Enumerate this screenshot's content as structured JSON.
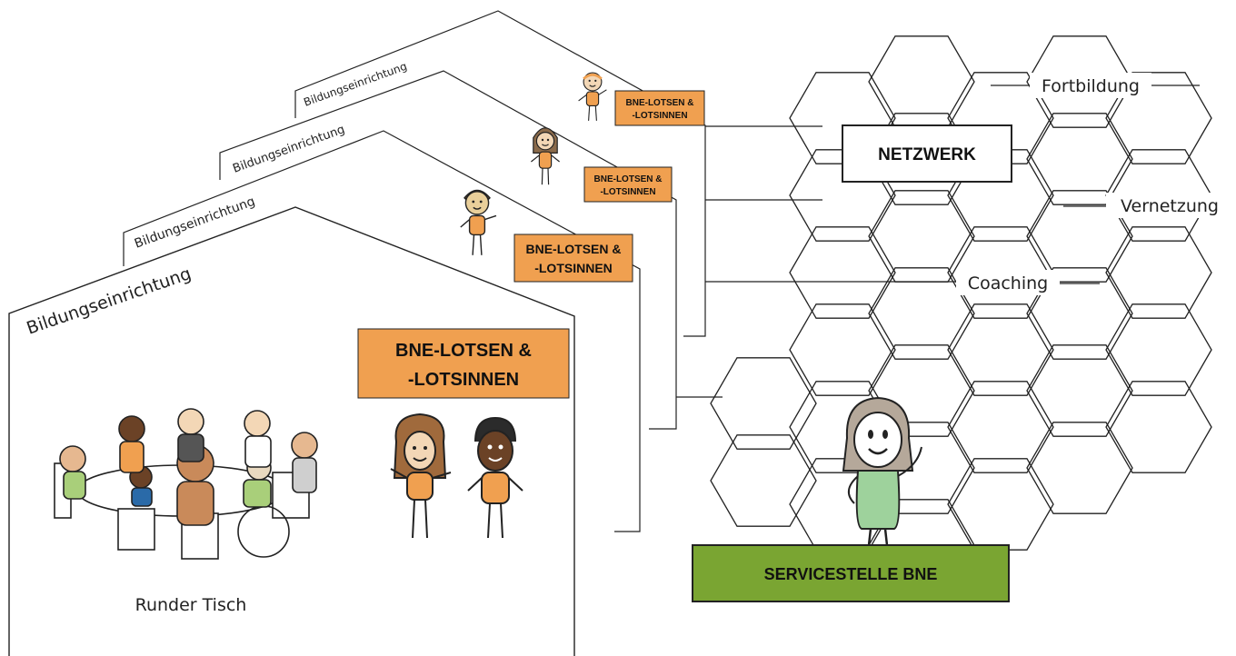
{
  "colors": {
    "orange": "#f0a050",
    "green": "#7aa532",
    "line": "#222222",
    "skin_light": "#f3d7b6",
    "skin_dark": "#6b4226",
    "shirt_green": "#9ed29c",
    "hair_brown": "#a06a3c"
  },
  "houses": [
    {
      "label": "Bildungseinrichtung",
      "badge_line1": "BNE-LOTSEN &",
      "badge_line2": "-LOTSINNEN"
    },
    {
      "label": "Bildungseinrichtung",
      "badge_line1": "BNE-LOTSEN &",
      "badge_line2": "-LOTSINNEN"
    },
    {
      "label": "Bildungseinrichtung",
      "badge_line1": "BNE-LOTSEN &",
      "badge_line2": "-LOTSINNEN"
    },
    {
      "label": "Bildungseinrichtung",
      "badge_line1": "BNE-LOTSEN &",
      "badge_line2": "-LOTSINNEN"
    }
  ],
  "round_table": {
    "caption": "Runder Tisch"
  },
  "network": {
    "title": "NETZWERK",
    "labels": [
      "Fortbildung",
      "Vernetzung",
      "Coaching"
    ]
  },
  "service": {
    "label": "SERVICESTELLE BNE"
  },
  "icons": [
    "person-figure-icon",
    "round-table-illustration",
    "hexagon-icon"
  ]
}
